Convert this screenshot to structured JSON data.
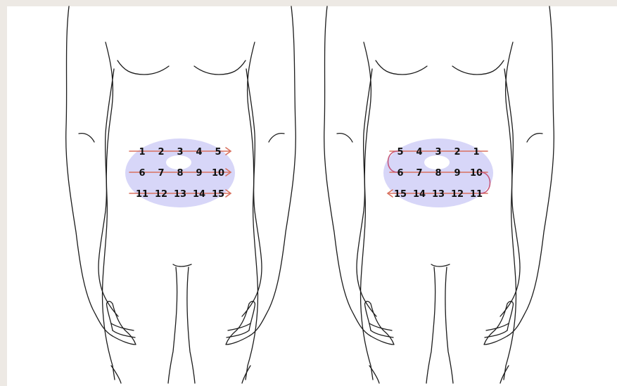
{
  "colors": {
    "page_background": "#ede9e4",
    "panel_background": "#ffffff",
    "zone_fill": "#d7d6f8",
    "zone_hole": "#ffffff",
    "row_line": "#d8715f",
    "connector": "#c5577a",
    "outline": "#1c1c1c"
  },
  "diagrams": [
    {
      "label_rows": [
        [
          "1",
          "2",
          "3",
          "4",
          "5"
        ],
        [
          "6",
          "7",
          "8",
          "9",
          "10"
        ],
        [
          "11",
          "12",
          "13",
          "14",
          "15"
        ]
      ],
      "arrow_direction": "right"
    },
    {
      "label_rows": [
        [
          "5",
          "4",
          "3",
          "2",
          "1"
        ],
        [
          "6",
          "7",
          "8",
          "9",
          "10"
        ],
        [
          "15",
          "14",
          "13",
          "12",
          "11"
        ]
      ],
      "arrow_direction": "left"
    }
  ]
}
